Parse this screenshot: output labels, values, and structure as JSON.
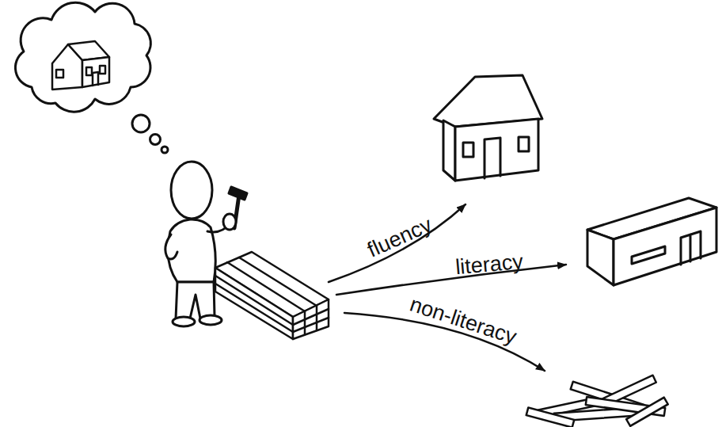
{
  "diagram": {
    "labels": [
      "fluency",
      "literacy",
      "non-literacy"
    ]
  }
}
